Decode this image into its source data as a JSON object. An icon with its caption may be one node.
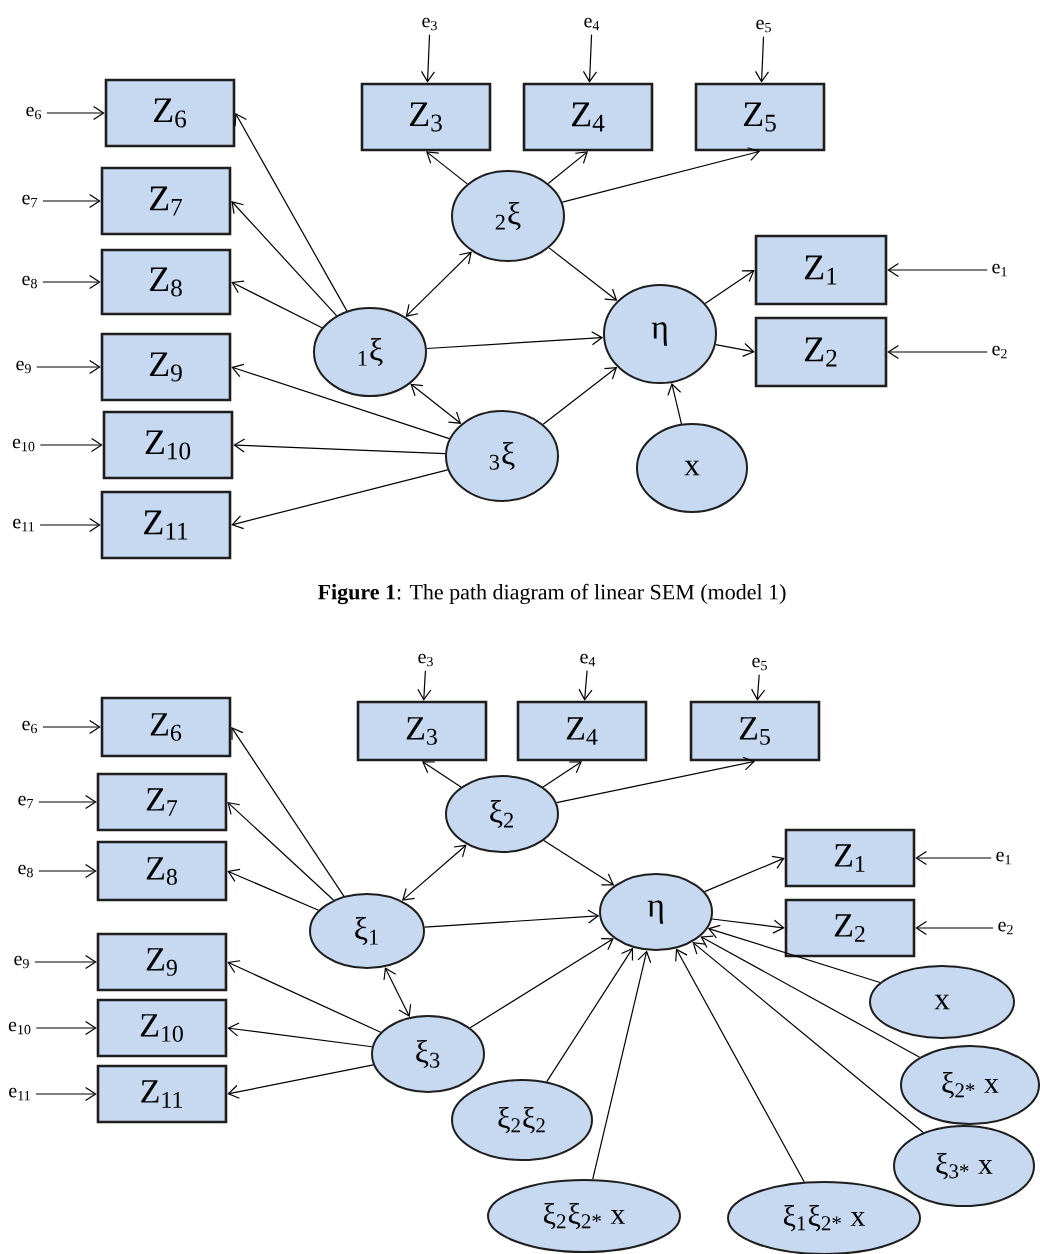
{
  "diagram": {
    "caption": "**Figure 1**: The path diagram of linear SEM (model 1)",
    "nodes": [
      {
        "text": [
          "e$_{3}$"
        ]
      },
      {
        "text": [
          "e$_{4}$"
        ]
      },
      {
        "text": [
          "e$_{5}$"
        ]
      },
      {
        "text": [
          "Z$_{3}$"
        ]
      },
      {
        "text": [
          "Z$_{4}$"
        ]
      },
      {
        "text": [
          "Z$_{5}$"
        ]
      },
      {
        "text": [
          "e$_{6}$"
        ]
      },
      {
        "text": [
          "Z$_{6}$"
        ]
      },
      {
        "text": [
          "e$_{7}$"
        ]
      },
      {
        "text": [
          "Z$_{7}$"
        ]
      },
      {
        "text": [
          "e$_{8}$"
        ]
      },
      {
        "text": [
          "Z$_{8}$"
        ]
      },
      {
        "text": [
          "e$_{9}$"
        ]
      },
      {
        "text": [
          "Z$_{9}$"
        ]
      },
      {
        "text": [
          "e$_{10}$"
        ]
      },
      {
        "text": [
          "Z$_{10}$"
        ]
      },
      {
        "text": [
          "e$_{11}$"
        ]
      },
      {
        "text": [
          "Z$_{11}$"
        ]
      },
      {
        "text": [
          "$_{2}$ξ"
        ]
      },
      {
        "text": [
          "$_{1}$ξ"
        ]
      },
      {
        "text": [
          "$_{3}$ξ"
        ]
      },
      {
        "text": [
          "η"
        ]
      },
      {
        "text": [
          "x"
        ]
      },
      {
        "text": [
          "Z$_{1}$"
        ]
      },
      {
        "text": [
          "e$_{1}$"
        ]
      },
      {
        "text": [
          "Z$_{2}$"
        ]
      },
      {
        "text": [
          "e$_{2}$"
        ]
      },
      {
        "text": [
          "e$_{3}$"
        ]
      },
      {
        "text": [
          "e$_{4}$"
        ]
      },
      {
        "text": [
          "e$_{5}$"
        ]
      },
      {
        "text": [
          "Z$_{3}$"
        ]
      },
      {
        "text": [
          "Z$_{4}$"
        ]
      },
      {
        "text": [
          "Z$_{5}$"
        ]
      },
      {
        "text": [
          "e$_{6}$"
        ]
      },
      {
        "text": [
          "Z$_{6}$"
        ]
      },
      {
        "text": [
          "e$_{7}$"
        ]
      },
      {
        "text": [
          "Z$_{7}$"
        ]
      },
      {
        "text": [
          "e$_{8}$"
        ]
      },
      {
        "text": [
          "Z$_{8}$"
        ]
      },
      {
        "text": [
          "e$_{9}$"
        ]
      },
      {
        "text": [
          "Z$_{9}$"
        ]
      },
      {
        "text": [
          "e$_{10}$"
        ]
      },
      {
        "text": [
          "Z$_{10}$"
        ]
      },
      {
        "text": [
          "e$_{11}$"
        ]
      },
      {
        "text": [
          "Z$_{11}$"
        ]
      },
      {
        "text": [
          "ξ$_{2}$"
        ]
      },
      {
        "text": [
          "ξ$_{1}$"
        ]
      },
      {
        "text": [
          "ξ$_{3}$"
        ]
      },
      {
        "text": [
          "η"
        ]
      },
      {
        "text": [
          "Z$_{1}$"
        ]
      },
      {
        "text": [
          "e$_{1}$"
        ]
      },
      {
        "text": [
          "Z$_{2}$"
        ]
      },
      {
        "text": [
          "e$_{2}$"
        ]
      },
      {
        "text": [
          "x"
        ]
      },
      {
        "text": [
          "ξ$_{2*}$ x"
        ]
      },
      {
        "text": [
          "ξ$_{3*}$ x"
        ]
      },
      {
        "text": [
          "ξ$_{2}$ξ$_{2}$"
        ]
      },
      {
        "text": [
          "ξ$_{2}$ξ$_{2*}$ x"
        ]
      },
      {
        "text": [
          "ξ$_{1}$ξ$_{2*}$ x"
        ]
      }
    ],
    "edges": [
      {
        "from": 0,
        "to": 3,
        "arrow": "to"
      },
      {
        "from": 1,
        "to": 4,
        "arrow": "to"
      },
      {
        "from": 2,
        "to": 5,
        "arrow": "to"
      },
      {
        "from": 6,
        "to": 7,
        "arrow": "to"
      },
      {
        "from": 8,
        "to": 9,
        "arrow": "to"
      },
      {
        "from": 10,
        "to": 11,
        "arrow": "to"
      },
      {
        "from": 12,
        "to": 13,
        "arrow": "to"
      },
      {
        "from": 14,
        "to": 15,
        "arrow": "to"
      },
      {
        "from": 16,
        "to": 17,
        "arrow": "to"
      },
      {
        "from": 24,
        "to": 23,
        "arrow": "to"
      },
      {
        "from": 26,
        "to": 25,
        "arrow": "to"
      },
      {
        "from": 18,
        "to": 3,
        "arrow": "to"
      },
      {
        "from": 18,
        "to": 4,
        "arrow": "to"
      },
      {
        "from": 18,
        "to": 5,
        "arrow": "to"
      },
      {
        "from": 18,
        "to": 21,
        "arrow": "to"
      },
      {
        "from": 19,
        "to": 18,
        "arrow": "both"
      },
      {
        "from": 19,
        "to": 7,
        "arrow": "to"
      },
      {
        "from": 19,
        "to": 9,
        "arrow": "to"
      },
      {
        "from": 19,
        "to": 11,
        "arrow": "to"
      },
      {
        "from": 19,
        "to": 21,
        "arrow": "to"
      },
      {
        "from": 19,
        "to": 20,
        "arrow": "both"
      },
      {
        "from": 20,
        "to": 13,
        "arrow": "to"
      },
      {
        "from": 20,
        "to": 15,
        "arrow": "to"
      },
      {
        "from": 20,
        "to": 17,
        "arrow": "to"
      },
      {
        "from": 20,
        "to": 21,
        "arrow": "to"
      },
      {
        "from": 21,
        "to": 23,
        "arrow": "to"
      },
      {
        "from": 21,
        "to": 25,
        "arrow": "to"
      },
      {
        "from": 22,
        "to": 21,
        "arrow": "to"
      },
      {
        "from": 27,
        "to": 30,
        "arrow": "to"
      },
      {
        "from": 28,
        "to": 31,
        "arrow": "to"
      },
      {
        "from": 29,
        "to": 32,
        "arrow": "to"
      },
      {
        "from": 33,
        "to": 34,
        "arrow": "to"
      },
      {
        "from": 35,
        "to": 36,
        "arrow": "to"
      },
      {
        "from": 37,
        "to": 38,
        "arrow": "to"
      },
      {
        "from": 39,
        "to": 40,
        "arrow": "to"
      },
      {
        "from": 41,
        "to": 42,
        "arrow": "to"
      },
      {
        "from": 43,
        "to": 44,
        "arrow": "to"
      },
      {
        "from": 50,
        "to": 49,
        "arrow": "to"
      },
      {
        "from": 52,
        "to": 51,
        "arrow": "to"
      },
      {
        "from": 45,
        "to": 30,
        "arrow": "to"
      },
      {
        "from": 45,
        "to": 31,
        "arrow": "to"
      },
      {
        "from": 45,
        "to": 32,
        "arrow": "to"
      },
      {
        "from": 45,
        "to": 48,
        "arrow": "to"
      },
      {
        "from": 46,
        "to": 45,
        "arrow": "both"
      },
      {
        "from": 46,
        "to": 34,
        "arrow": "to"
      },
      {
        "from": 46,
        "to": 36,
        "arrow": "to"
      },
      {
        "from": 46,
        "to": 38,
        "arrow": "to"
      },
      {
        "from": 46,
        "to": 48,
        "arrow": "to"
      },
      {
        "from": 46,
        "to": 47,
        "arrow": "both"
      },
      {
        "from": 47,
        "to": 40,
        "arrow": "to"
      },
      {
        "from": 47,
        "to": 42,
        "arrow": "to"
      },
      {
        "from": 47,
        "to": 44,
        "arrow": "to"
      },
      {
        "from": 47,
        "to": 48,
        "arrow": "to"
      },
      {
        "from": 48,
        "to": 49,
        "arrow": "to"
      },
      {
        "from": 48,
        "to": 51,
        "arrow": "to"
      },
      {
        "from": 53,
        "to": 48,
        "arrow": "to"
      },
      {
        "from": 54,
        "to": 48,
        "arrow": "to"
      },
      {
        "from": 55,
        "to": 48,
        "arrow": "to"
      },
      {
        "from": 56,
        "to": 48,
        "arrow": "to"
      },
      {
        "from": 57,
        "to": 48,
        "arrow": "to"
      },
      {
        "from": 58,
        "to": 48,
        "arrow": "to"
      }
    ]
  }
}
